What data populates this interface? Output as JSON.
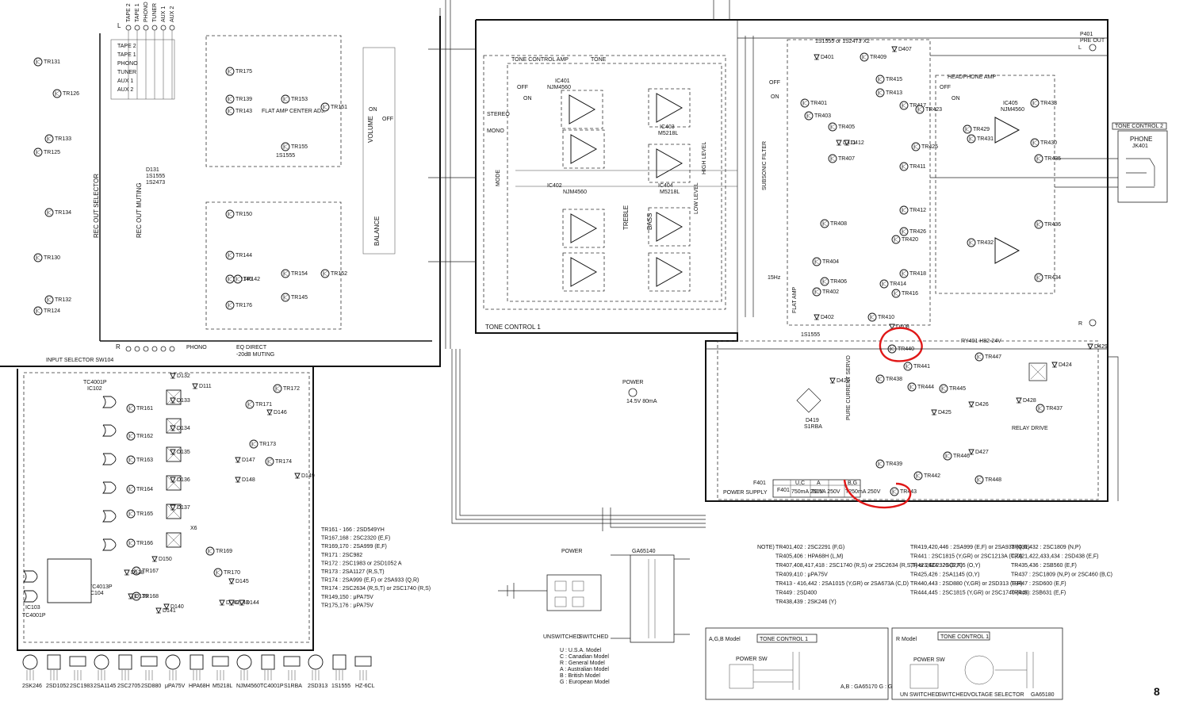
{
  "page": {
    "number": "8"
  },
  "inputs": {
    "jacks": [
      "TAPE 2",
      "TAPE 1",
      "PHONO",
      "TUNER",
      "AUX 1",
      "AUX 2"
    ],
    "selector_labels": [
      "TAPE 2",
      "TAPE 1",
      "PHONO",
      "TUNER",
      "AUX 1",
      "AUX 2"
    ],
    "channel_top": "L",
    "channel_bottom": "R",
    "rec_out_selector": "REC OUT SELECTOR",
    "rec_out_muting": "REC OUT MUTING",
    "input_selector": "INPUT SELECTOR SW104",
    "phono_label": "PHONO",
    "eq_direct": "EQ DIRECT",
    "muting_20db": "-20dB MUTING"
  },
  "left_transistors": [
    "TR131",
    "TR133",
    "TR125",
    "TR134",
    "TR130",
    "TR132",
    "TR124",
    "TR126",
    "TR143",
    "TR175",
    "TR139",
    "TR153",
    "TR151",
    "TR155",
    "TR150",
    "TR144",
    "TR140",
    "TR142",
    "TR176",
    "TR154",
    "TR152",
    "TR145"
  ],
  "left_diodes": [
    "D131",
    "1S1555",
    "1S2473"
  ],
  "controls": {
    "volume": "VOLUME",
    "balance": "BALANCE",
    "loudness_on": "ON",
    "loudness_off": "OFF",
    "flat_amp_center": "FLAT AMP CENTER ADJ."
  },
  "tone_control_1": {
    "label": "TONE CONTROL 1",
    "amp_label": "TONE CONTROL AMP",
    "tone": "TONE",
    "ic401": "IC401",
    "ic401_type": "NJM4560",
    "ic402": "IC402",
    "ic402_type": "NJM4560",
    "ic403": "IC403",
    "ic403_type": "M5218L",
    "ic404": "IC404",
    "ic404_type": "M5218L",
    "treble": "TREBLE",
    "bass": "BASS",
    "high_level": "HIGH LEVEL",
    "low_level": "LOW LEVEL",
    "mode": "MODE",
    "stereo": "STEREO",
    "mono": "MONO",
    "off": "OFF",
    "on": "ON"
  },
  "flat_amp": {
    "label": "FLAT AMP",
    "subsonic": "SUBSONIC FILTER",
    "hz15": "15Hz",
    "diodes_top": "1S1555 or 1S2473 X2",
    "transistors": [
      "TR409",
      "TR415",
      "TR413",
      "TR417",
      "TR423",
      "TR425",
      "TR411",
      "TR405",
      "TR403",
      "TR401",
      "TR407",
      "TR412",
      "TR408",
      "TR426",
      "TR420",
      "TR406",
      "TR404",
      "TR414",
      "TR416",
      "TR418",
      "TR402",
      "TR410"
    ],
    "diodes": [
      "D401",
      "D407",
      "D402",
      "D408",
      "D411",
      "D412"
    ]
  },
  "headphone_amp": {
    "label": "HEADPHONE AMP",
    "ic405": "IC405",
    "ic405_type": "NJM4560",
    "transistors": [
      "TR433",
      "TR429",
      "TR431",
      "TR435",
      "TR436",
      "TR432",
      "TR434",
      "TR430"
    ],
    "pre_out": "PRE OUT",
    "pre_out_ref": "P401",
    "relay": "RY401 H82-24V"
  },
  "tone_control_2": {
    "label": "TONE CONTROL 2",
    "phone": "PHONE",
    "phone_jack": "JK401"
  },
  "power_supply": {
    "label": "POWER SUPPLY",
    "power": "POWER",
    "led_spec": "14.5V 80mA",
    "pure_current": "PURE CURRENT SERVO",
    "relay_drive": "RELAY DRIVE",
    "d419": "D419",
    "d419_type": "S1RBA",
    "transistors": [
      "TR440",
      "TR441",
      "TR447",
      "TR438",
      "TR444",
      "TR445",
      "TR446",
      "TR439",
      "TR442",
      "TR443",
      "TR448",
      "TR437"
    ],
    "diodes": [
      "D429",
      "D424",
      "D428",
      "D425",
      "D420",
      "D427",
      "D426"
    ],
    "fuse_ref": "F401",
    "fuse_table": {
      "headers": [
        "U,C",
        "A",
        "B,G"
      ],
      "rows": [
        [
          "750mA 250V",
          "T0.5A 250V",
          "T250mA 250V"
        ]
      ]
    }
  },
  "selector_logic": {
    "ics": [
      "TC4001P",
      "IC102",
      "TC4013P",
      "IC104",
      "TC4001P",
      "IC103"
    ],
    "transistors": [
      "TR161",
      "TR162",
      "TR163",
      "TR164",
      "TR165",
      "TR166",
      "TR167",
      "TR168",
      "TR169",
      "TR170",
      "TR171",
      "TR172",
      "TR173",
      "TR174"
    ],
    "diodes": [
      "D132",
      "D133",
      "D134",
      "D135",
      "D136",
      "D137",
      "D138",
      "D139",
      "D140",
      "D141",
      "D142",
      "D143",
      "D144",
      "D145",
      "D146",
      "D147",
      "D148",
      "D149",
      "D150",
      "D111"
    ],
    "part_list": [
      "TR161 - 166 : 2SD549YH",
      "TR167,168 : 2SC2320 (E,F)",
      "TR169,170 : 2SA999 (E,F)",
      "TR171 : 2SC982",
      "TR172 : 2SC1983 or 2SD1052 A",
      "TR173 : 2SA1127 (R,S,T)",
      "TR174 : 2SA999 (E,F) or 2SA933 (Q,R)",
      "TR174 : 2SC2634 (R,S,T) or 2SC1740 (R,S)",
      "TR149,150 : μPA75V",
      "TR175,176 : μPA75V"
    ],
    "x6": "X6"
  },
  "notes": {
    "label": "NOTE)",
    "col1": [
      "TR401,402 : 2SC2291 (F,G)",
      "TR405,406 : HPA68H (L,M)",
      "TR407,408,417,418 : 2SC1740 (R,S) or 2SC2634 (R,S,T) or 2SC2320 (E,F)",
      "TR409,410 : μPA75V",
      "TR413 - 416,442 : 2SA1015 (Y,GR) or 2SA673A (C,D)",
      "TR449 : 2SD400",
      "TR438,439 : 2SK246 (Y)"
    ],
    "col2": [
      "TR419,420,446 : 2SA999 (E,F) or 2SA933 (Q,R)",
      "TR441 : 2SC1815 (Y,GR) or 2SC1213A (C,D)",
      "TR423,424 : 2SC2705 (O,Y)",
      "TR425,426 : 2SA1145 (O,Y)",
      "TR440,443 : 2SD880 (Y,GR) or 2SD313 (E,F)",
      "TR444,445 : 2SC1815 (Y,GR) or 2SC1740 (R,S)"
    ],
    "col3": [
      "TR431,432 : 2SC1809 (N,P)",
      "TR421,422,433,434 : 2SD438 (E,F)",
      "TR435,436 : 2SB560 (E,F)",
      "TR437 : 2SC1809 (N,P) or 2SC460 (B,C)",
      "TR447 : 2SD600 (E,F)",
      "TR448 : 2SB631 (E,F)"
    ],
    "models": [
      "U : U.S.A. Model",
      "C : Canadian Model",
      "R : General Model",
      "A : Australian Model",
      "B : British Model",
      "G : European Model"
    ]
  },
  "mains": {
    "power_switch": "POWER",
    "unswitched": "UNSWITCHED",
    "switched": "SWITCHED",
    "transformer": "GA65140"
  },
  "insets": {
    "agb_title": "A,G,B Model",
    "agb_tone": "TONE CONTROL 1",
    "agb_power": "POWER SW",
    "agb_transformer": "A,B : GA65170 G : GA65160",
    "r_title": "R Model",
    "r_tone": "TONE CONTROL 1",
    "r_power": "POWER SW",
    "r_unswitched": "UN SWITCHED",
    "r_switched": "SWITCHED",
    "r_voltage": "VOLTAGE SELECTOR",
    "r_transformer": "GA65180"
  },
  "package_labels": [
    "2SK246",
    "2SD1052",
    "2SC1983",
    "2SA1145",
    "2SC2705",
    "2SD880",
    "μPA75V",
    "HPA68H",
    "M5218L",
    "NJM4560",
    "TC4001P",
    "S1RBA",
    "2SD313",
    "1S1555",
    "HZ-6CL"
  ],
  "colors": {
    "annotation": "#e01818",
    "ink": "#111111",
    "paper": "#ffffff"
  }
}
